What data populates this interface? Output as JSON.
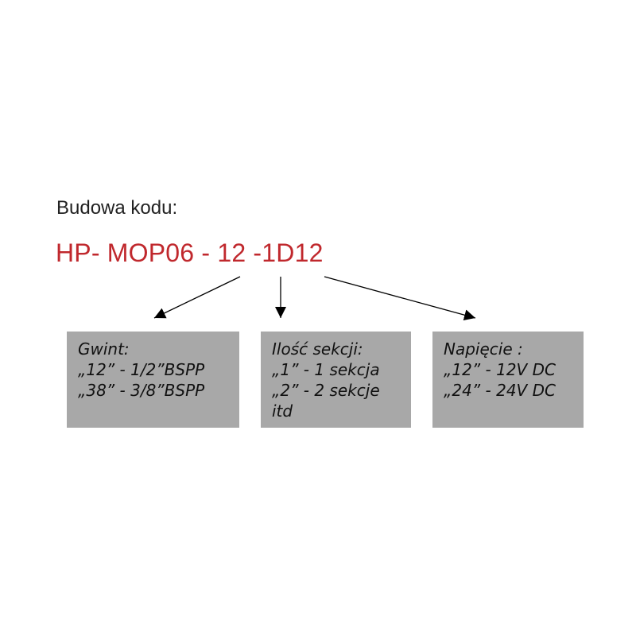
{
  "heading": "Budowa kodu:",
  "code": {
    "text": "HP- MOP06 - 12 -1D12",
    "color": "#c0282d"
  },
  "boxes": [
    {
      "title": "Gwint:",
      "lines": [
        "„12” - 1/2”BSPP",
        "„38” - 3/8”BSPP"
      ]
    },
    {
      "title": "Ilość sekcji:",
      "lines": [
        "„1” - 1 sekcja",
        "„2” - 2 sekcje",
        "itd"
      ]
    },
    {
      "title": "Napięcie :",
      "lines": [
        "„12” - 12V DC",
        "„24” - 24V DC"
      ]
    }
  ],
  "colors": {
    "box_fill": "#a8a8a8",
    "arrow": "#000000"
  }
}
